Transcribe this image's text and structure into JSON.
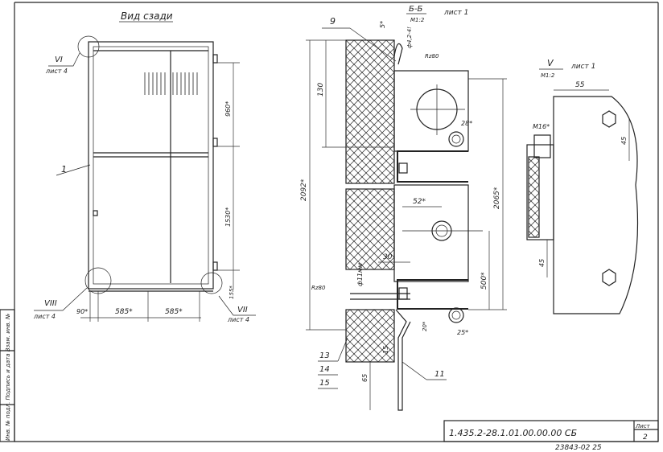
{
  "rear_view": {
    "title": "Вид сзади",
    "callout_vi": {
      "num": "VI",
      "sheet": "лист 4"
    },
    "callout_viii": {
      "num": "VIII",
      "sheet": "лист 4"
    },
    "callout_vii": {
      "num": "VII",
      "sheet": "лист 4"
    },
    "pos_1": "1",
    "dims": {
      "d90": "90*",
      "d585a": "585*",
      "d585b": "585*",
      "d155": "155*",
      "d1530": "1530*",
      "d960": "960*"
    }
  },
  "section_bb": {
    "title": "Б-Б",
    "scale": "М1:2",
    "sheet": "лист 1",
    "pos_9": "9",
    "pos_13": "13",
    "pos_14": "14",
    "pos_15": "15",
    "pos_11": "11",
    "dims": {
      "d5": "5*",
      "phi42": "ф4,2-4!",
      "rz_top": "Rz80",
      "d130": "130",
      "d28": "28*",
      "d2092": "2092*",
      "d2065": "2065*",
      "d52": "52*",
      "d30": "30",
      "d500": "500*",
      "phi11": "ф11мм",
      "rz_bot": "Rz80",
      "d20": "20*",
      "d25": "25*",
      "d15": "15",
      "d65": "65"
    }
  },
  "detail_v": {
    "num": "V",
    "scale": "М1:2",
    "sheet": "лист 1",
    "dims": {
      "d55": "55",
      "m16": "М16*",
      "d45a": "45",
      "d45b": "45"
    }
  },
  "title_block": {
    "designation": "1.435.2-28.1.01.00.00.00 СБ",
    "sheet_label": "Лист",
    "sheet_number": "2",
    "archive_number": "23843-02 25"
  },
  "side_stamp": {
    "text": "Инв. № подл.   Подпись и дата   Взам. инв. №"
  }
}
